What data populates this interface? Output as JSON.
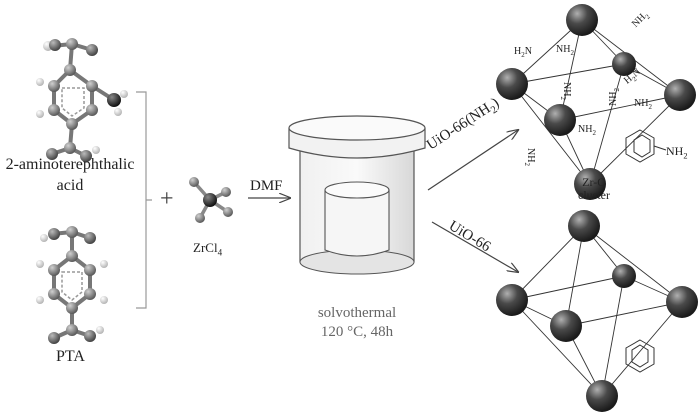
{
  "reactants": {
    "amino_linker": {
      "line1": "2-aminoterephthalic",
      "line2": "acid"
    },
    "pta": "PTA",
    "plus": "+",
    "metal_salt": {
      "base": "ZrCl",
      "sub": "4"
    },
    "solvent": "DMF"
  },
  "reactor": {
    "condition_line1": "solvothermal",
    "condition_line2": "120 °C, 48h"
  },
  "products": {
    "top": {
      "label": "UiO-66(NH",
      "sub": "2",
      "close": ")",
      "cluster_line1": "Zr-O",
      "cluster_line2": "cluster"
    },
    "bottom": {
      "label": "UiO-66"
    },
    "amine_groups": {
      "h2n_left": {
        "base": "H",
        "sub": "2",
        "tail": "N"
      },
      "nh2_top": {
        "base": "NH",
        "sub": "2"
      },
      "nh2_right_top": {
        "base": "NH",
        "sub": "2"
      },
      "nh2_mid1": {
        "base": "NH",
        "sub": "2"
      },
      "nh2_mid2": {
        "base": "NH",
        "sub": "2"
      },
      "nh2_mid3": {
        "base": "NH",
        "sub": "2"
      },
      "h2n_mid": {
        "base": "H",
        "sub": "2",
        "tail": "N"
      },
      "nh2_ring": {
        "base": "NH",
        "sub": "2"
      },
      "nh2_bottom": {
        "base": "NH",
        "sub": "2"
      },
      "nh2_bottom_left": {
        "base": "NH",
        "sub": "2"
      }
    }
  },
  "colors": {
    "ink": "#222222",
    "sphere_dark": "#2a2a2a",
    "sphere_light": "#9a9a9a",
    "arrow": "#444444"
  }
}
